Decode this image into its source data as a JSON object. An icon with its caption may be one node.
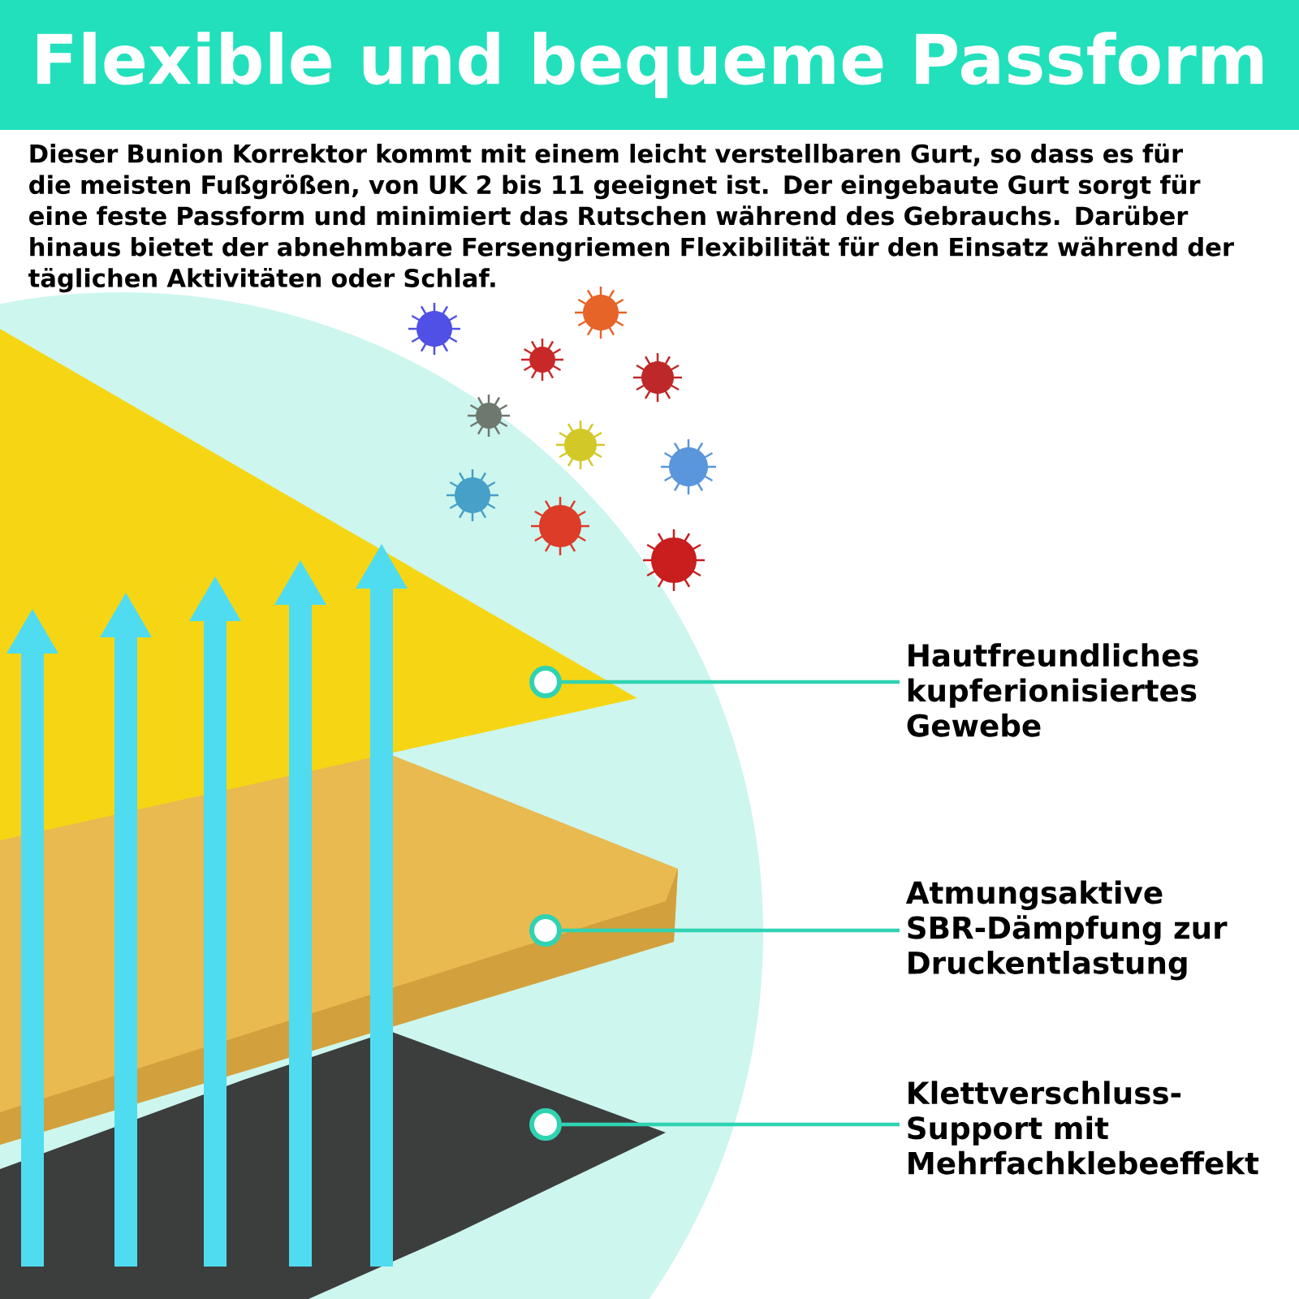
{
  "diagram": {
    "title": "Flexible und bequeme Passform",
    "nodes": [
      {
        "text": [
          "Hautfreundliches kupferionisiertes Gewebe"
        ]
      },
      {
        "text": [],
        "shape": "circle"
      },
      {
        "text": [
          "Atmungsaktive SBR-Dämpfung zur Druckentlastung"
        ]
      },
      {
        "text": [],
        "shape": "circle"
      },
      {
        "text": [
          "Klettverschluss-Support mit Mehrfachklebeeffekt"
        ]
      },
      {
        "text": [],
        "shape": "circle"
      }
    ],
    "edges": [
      {
        "from": 0,
        "to": 1,
        "arrow": "none"
      },
      {
        "from": 2,
        "to": 3,
        "arrow": "none"
      },
      {
        "from": 4,
        "to": 5,
        "arrow": "none"
      }
    ],
    "labels": [
      "Dieser Bunion Korrektor kommt mit einem leicht verstellbaren Gurt, so dass es für die meisten Fußgrößen, von UK 2 bis 11 geeignet ist. Der eingebaute Gurt sorgt für eine feste Passform und minimiert das Rutschen während des Gebrauchs. Darüber hinaus bietet der abnehmbare Fersengriemen Flexibilität für den Einsatz während der täglichen Aktivitäten oder Schlaf."
    ]
  }
}
